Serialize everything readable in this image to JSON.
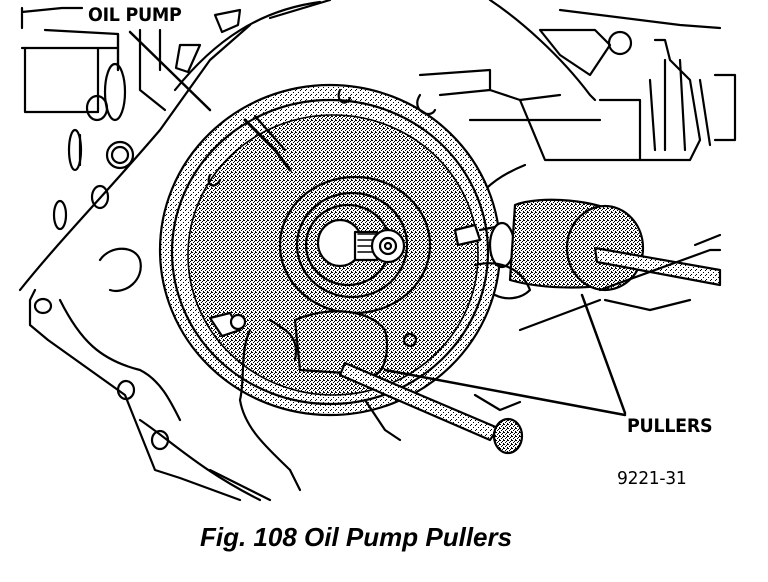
{
  "figure": {
    "caption": "Fig. 108 Oil Pump Pullers",
    "code": "9221-31",
    "callouts": {
      "oil_pump": "OIL PUMP",
      "pullers": "PULLERS"
    }
  },
  "colors": {
    "ink": "#000000",
    "paper": "#ffffff",
    "stipple": "#9a9a9a"
  }
}
